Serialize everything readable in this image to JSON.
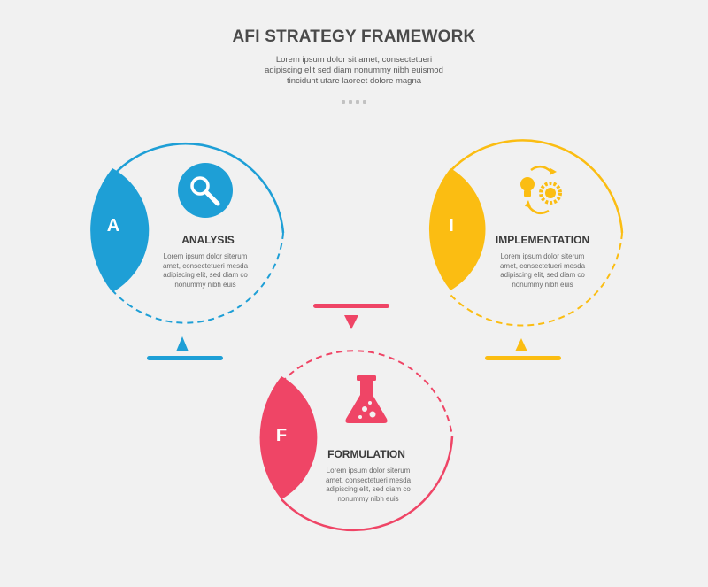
{
  "header": {
    "title": "AFI STRATEGY FRAMEWORK",
    "subtitle_lines": [
      "Lorem ipsum dolor sit amet, consectetueri",
      "adipiscing elit sed diam nonummy nibh euismod",
      "tincidunt utare laoreet dolore magna"
    ]
  },
  "steps": [
    {
      "letter": "A",
      "title": "ANALYSIS",
      "icon": "magnifier-icon",
      "color": "#1e9fd6",
      "body_lines": [
        "Lorem ipsum dolor siterum",
        "amet, consectetueri mesda",
        "adipiscing elit, sed diam co",
        "nonummy nibh euis"
      ]
    },
    {
      "letter": "I",
      "title": "IMPLEMENTATION",
      "icon": "lightbulb-gear-cycle-icon",
      "color": "#fbbd12",
      "body_lines": [
        "Lorem ipsum dolor siterum",
        "amet, consectetueri mesda",
        "adipiscing elit, sed diam co",
        "nonummy nibh euis"
      ]
    },
    {
      "letter": "F",
      "title": "FORMULATION",
      "icon": "flask-icon",
      "color": "#ef4566",
      "body_lines": [
        "Lorem ipsum dolor siterum",
        "amet, consectetueri mesda",
        "adipiscing elit, sed diam co",
        "nonummy nibh euis"
      ]
    }
  ]
}
